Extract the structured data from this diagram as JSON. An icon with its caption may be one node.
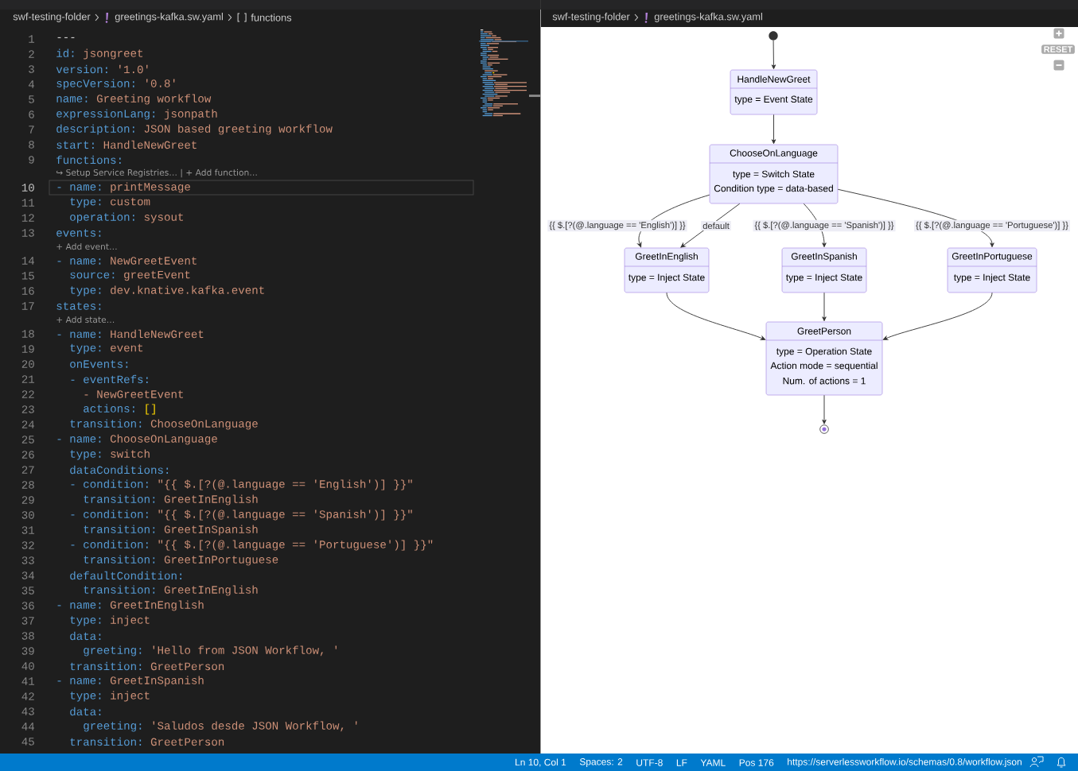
{
  "diagram": {
    "nodes": [
      {
        "text": [],
        "shape": "circle"
      },
      {
        "text": [
          "HandleNewGreet",
          "type = Event State"
        ]
      },
      {
        "text": [
          "ChooseOnLanguage",
          "type = Switch State",
          "Condition type = data-based"
        ]
      },
      {
        "text": [
          "GreetInEnglish",
          "type = Inject State"
        ]
      },
      {
        "text": [
          "GreetInSpanish",
          "type = Inject State"
        ]
      },
      {
        "text": [
          "GreetInPortuguese",
          "type = Inject State"
        ]
      },
      {
        "text": [
          "GreetPerson",
          "type = Operation State",
          "Action mode = sequential",
          "Num. of actions = 1"
        ]
      },
      {
        "text": [],
        "shape": "circle"
      }
    ],
    "edges": [
      {
        "from": 0,
        "to": 1,
        "arrow": "to"
      },
      {
        "from": 1,
        "to": 2,
        "arrow": "to"
      },
      {
        "from": 2,
        "to": 3,
        "arrow": "to",
        "label": "{{ $.[?(@.language == 'English')] }}"
      },
      {
        "from": 2,
        "to": 3,
        "arrow": "to",
        "label": "default"
      },
      {
        "from": 2,
        "to": 4,
        "arrow": "to",
        "label": "{{ $.[?(@.language == 'Spanish')] }}"
      },
      {
        "from": 2,
        "to": 5,
        "arrow": "to",
        "label": "{{ $.[?(@.language == 'Portuguese')] }}"
      },
      {
        "from": 3,
        "to": 6,
        "arrow": "to"
      },
      {
        "from": 4,
        "to": 6,
        "arrow": "to"
      },
      {
        "from": 5,
        "to": 6,
        "arrow": "to"
      },
      {
        "from": 6,
        "to": 7,
        "arrow": "to"
      }
    ],
    "labels": [
      "swf-testing-folder",
      "greetings-kafka.sw.yaml",
      "functions",
      "1",
      "---",
      "2",
      "id:",
      "jsongreet",
      "3",
      "version:",
      "'1.0'",
      "4",
      "specVersion:",
      "'0.8'",
      "5",
      "name:",
      "Greeting workflow",
      "6",
      "expressionLang:",
      "jsonpath",
      "7",
      "description:",
      "JSON based greeting workflow",
      "8",
      "start:",
      "HandleNewGreet",
      "9",
      "functions:",
      "↪ Setup Service Registries… | + Add function…",
      "10",
      "- name:",
      "printMessage",
      "11",
      "type:",
      "custom",
      "12",
      "operation:",
      "sysout",
      "13",
      "events:",
      "+ Add event…",
      "14",
      "- name:",
      "NewGreetEvent",
      "15",
      "source:",
      "greetEvent",
      "16",
      "type:",
      "dev.knative.kafka.event",
      "17",
      "states:",
      "+ Add state…",
      "18",
      "- name:",
      "HandleNewGreet",
      "19",
      "type:",
      "event",
      "20",
      "onEvents:",
      "21",
      "- eventRefs:",
      "22",
      "- NewGreetEvent",
      "23",
      "actions:",
      "[]",
      "24",
      "transition:",
      "ChooseOnLanguage",
      "25",
      "- name:",
      "ChooseOnLanguage",
      "26",
      "type:",
      "switch",
      "27",
      "dataConditions:",
      "28",
      "- condition:",
      "\"{{ $.[?(@.language == 'English')] }}\"",
      "29",
      "transition:",
      "GreetInEnglish",
      "30",
      "- condition:",
      "\"{{ $.[?(@.language == 'Spanish')] }}\"",
      "31",
      "transition:",
      "GreetInSpanish",
      "32",
      "- condition:",
      "\"{{ $.[?(@.language == 'Portuguese')] }}\"",
      "33",
      "transition:",
      "GreetInPortuguese",
      "34",
      "defaultCondition:",
      "35",
      "transition:",
      "GreetInEnglish",
      "36",
      "- name:",
      "GreetInEnglish",
      "37",
      "type:",
      "inject",
      "38",
      "data:",
      "39",
      "greeting:",
      "'Hello from JSON Workflow, '",
      "40",
      "transition:",
      "GreetPerson",
      "41",
      "- name:",
      "GreetInSpanish",
      "42",
      "type:",
      "inject",
      "43",
      "data:",
      "44",
      "greeting:",
      "'Saludos desde JSON Workflow, '",
      "45",
      "transition:",
      "GreetPerson",
      "swf-testing-folder",
      "greetings-kafka.sw.yaml",
      "RESET",
      "Ln 10, Col 1",
      "Spaces: 2",
      "UTF-8",
      "LF",
      "YAML",
      "Pos 176",
      "https://serverlessworkflow.io/schemas/0.8/workflow.json"
    ]
  }
}
